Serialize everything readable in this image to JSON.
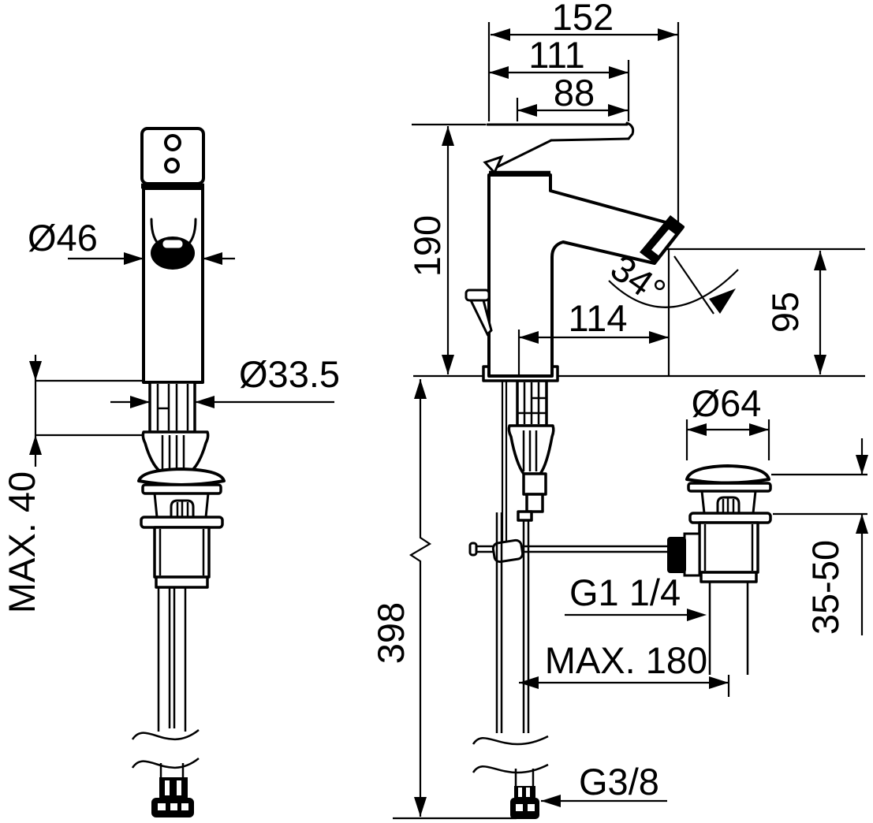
{
  "drawing": {
    "background": "#ffffff",
    "line_color": "#000000"
  },
  "front_view": {
    "body_diameter": "Ø46",
    "shank_diameter": "Ø33.5",
    "max_deck_thickness": "MAX. 40"
  },
  "side_view": {
    "total_depth": "152",
    "handle_length": "111",
    "handle_reach": "88",
    "height_above_deck": "190",
    "spout_angle": "34°",
    "spout_reach": "114",
    "outlet_height": "95",
    "waste_cap_diameter": "Ø64",
    "basin_thickness_range": "35-50",
    "waste_thread": "G1 1/4",
    "max_waste_offset": "MAX. 180",
    "supply_length": "398",
    "supply_thread": "G3/8"
  }
}
